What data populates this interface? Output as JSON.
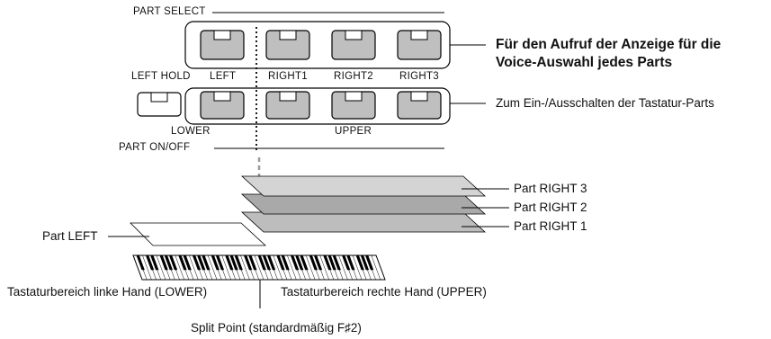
{
  "panel": {
    "part_select_label": "PART SELECT",
    "part_onoff_label": "PART ON/OFF",
    "left_hold_label": "LEFT HOLD",
    "buttons": {
      "left": "LEFT",
      "right1": "RIGHT1",
      "right2": "RIGHT2",
      "right3": "RIGHT3"
    },
    "lower_label": "LOWER",
    "upper_label": "UPPER"
  },
  "callouts": {
    "voice_select_line1": "Für den Aufruf der Anzeige für die",
    "voice_select_line2": "Voice-Auswahl jedes Parts",
    "on_off": "Zum Ein-/Ausschalten der Tastatur-Parts"
  },
  "layers": {
    "right3": "Part RIGHT 3",
    "right2": "Part RIGHT 2",
    "right1": "Part RIGHT 1",
    "left": "Part LEFT"
  },
  "keyboard": {
    "lower_range": "Tastaturbereich linke Hand (LOWER)",
    "upper_range": "Tastaturbereich rechte Hand (UPPER)",
    "split_point": "Split Point (standardmäßig F♯2)"
  },
  "colors": {
    "right3_fill": "#d4d4d4",
    "right2_fill": "#a9a9a9",
    "right1_fill": "#bdbdbd",
    "left_fill": "#ffffff",
    "button_fill": "#bfbfbf"
  }
}
